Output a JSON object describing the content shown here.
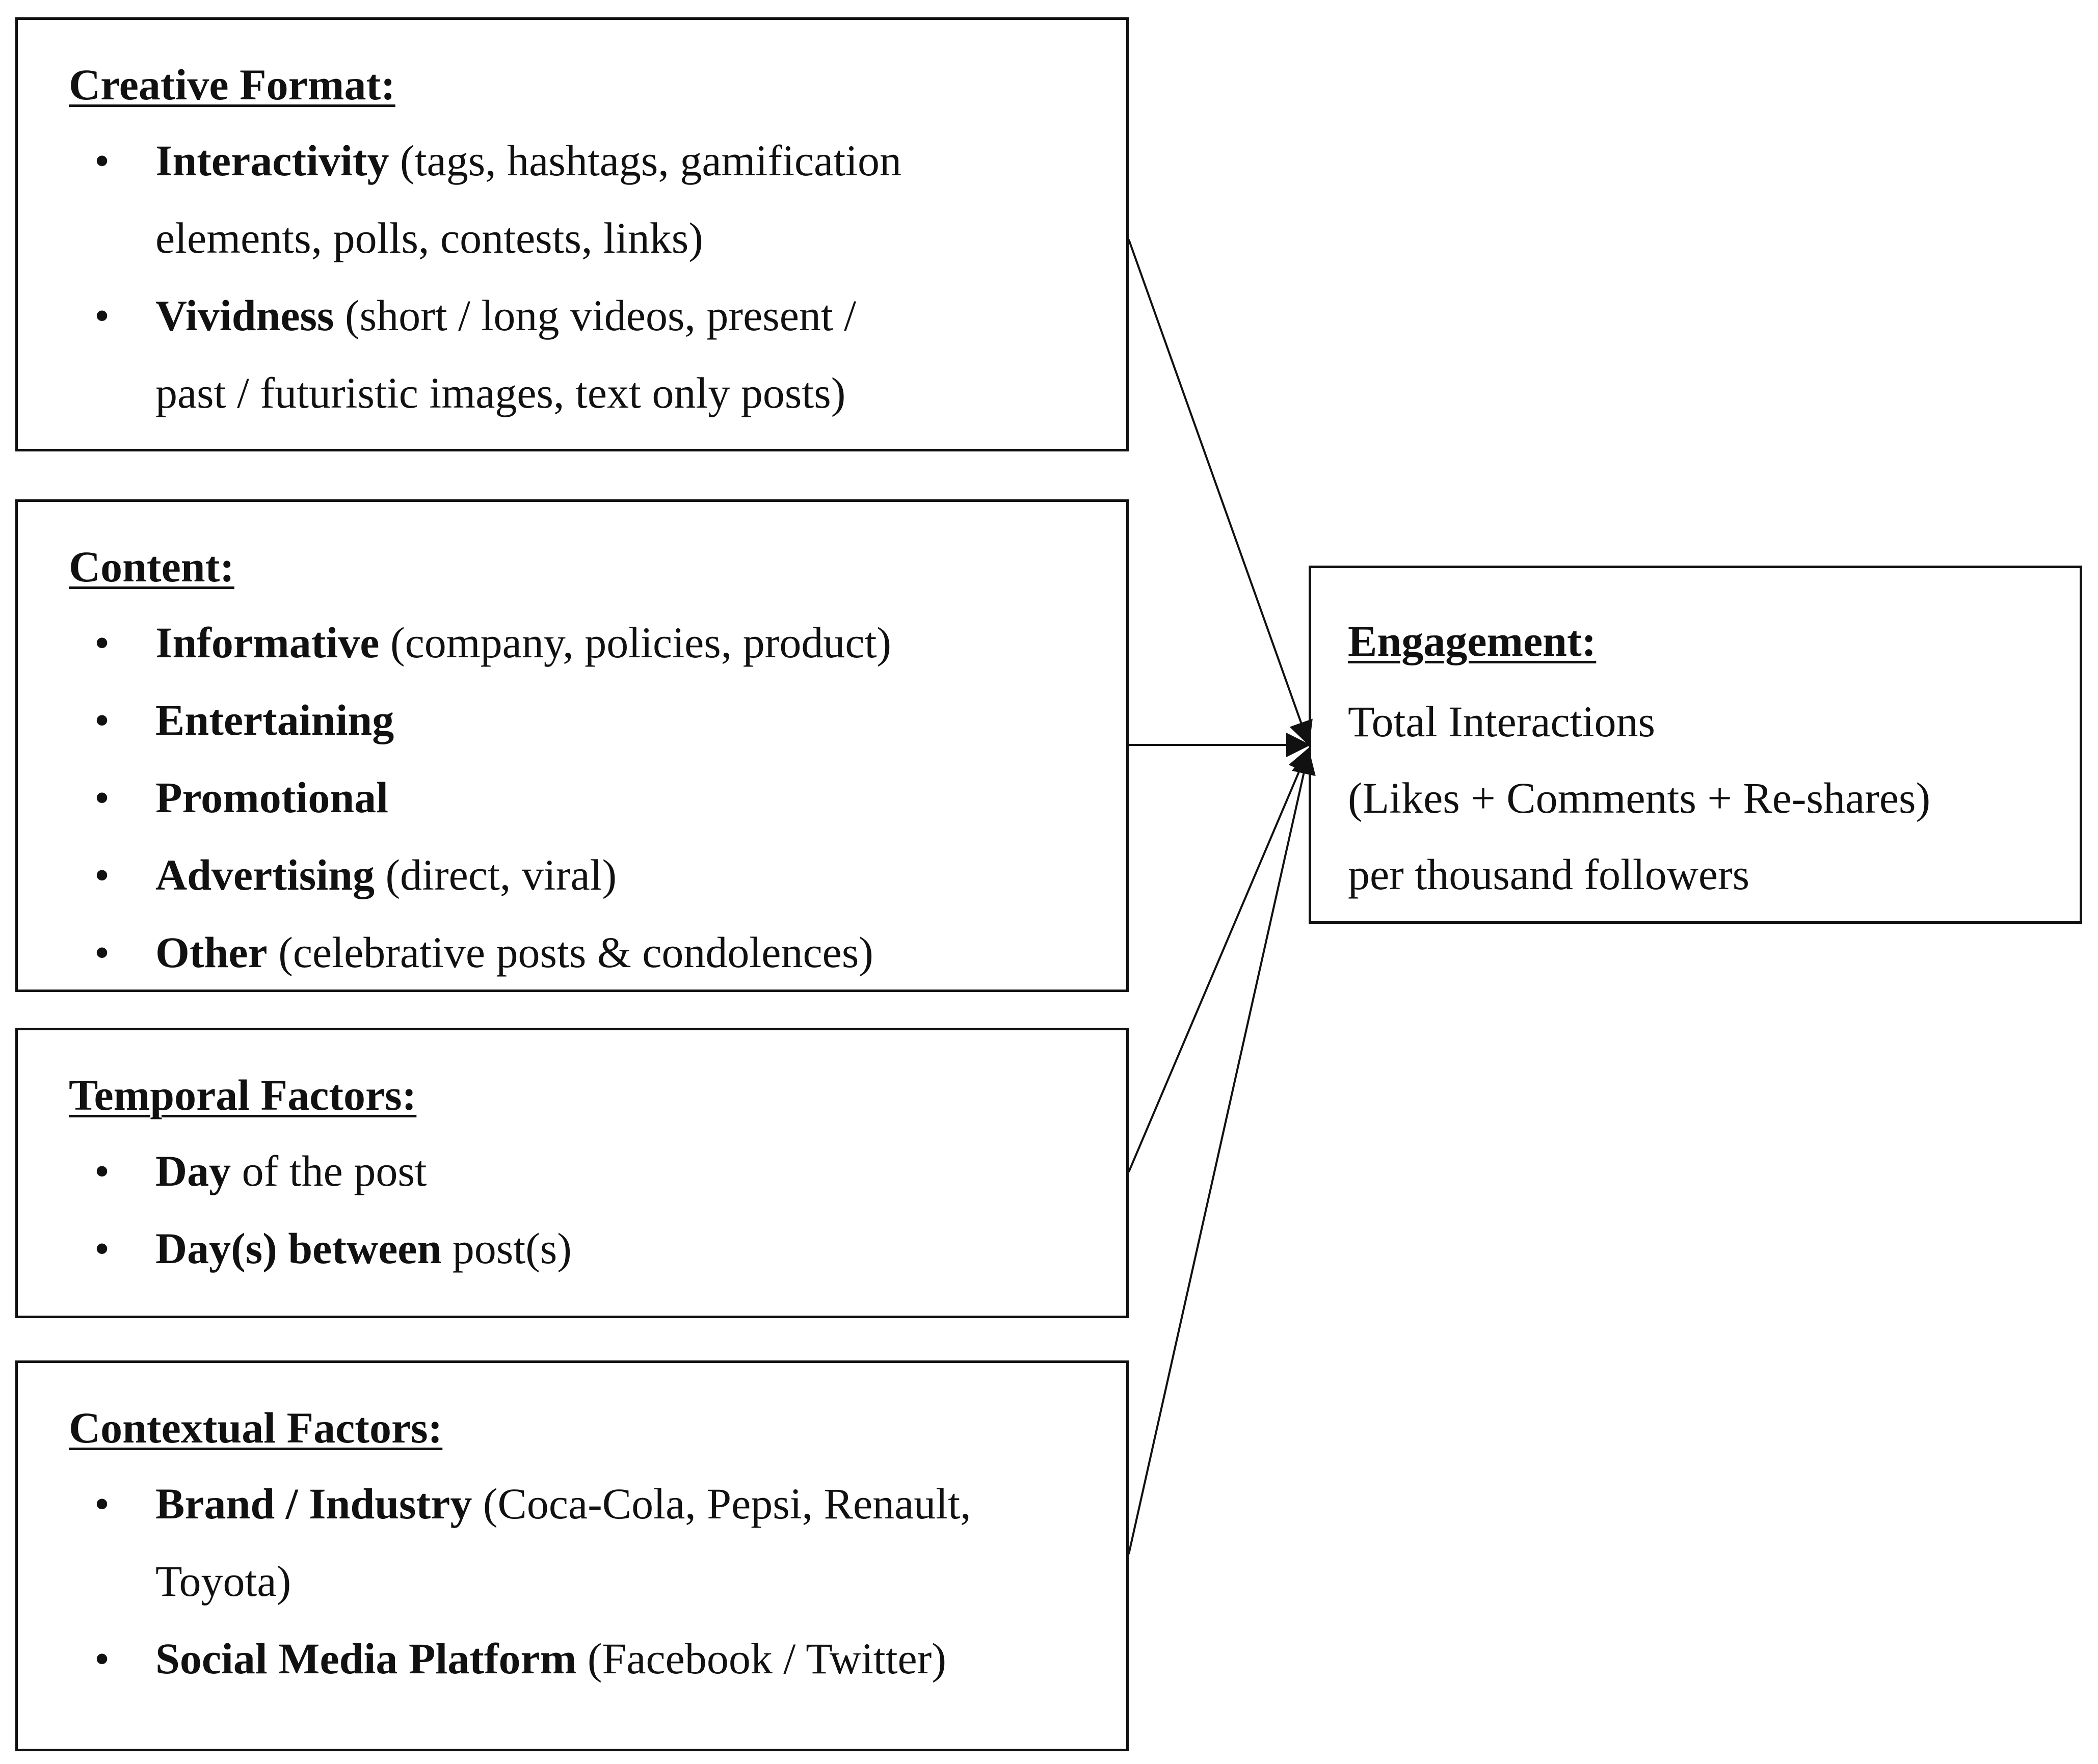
{
  "boxes": {
    "creative": {
      "title": "Creative Format:",
      "items": [
        {
          "bold": "Interactivity",
          "rest": " (tags, hashtags, gamification",
          "cont": "elements, polls, contests, links)"
        },
        {
          "bold": "Vividness",
          "rest": " (short / long videos, present /",
          "cont": "past / futuristic images, text only posts)"
        }
      ]
    },
    "content": {
      "title": "Content:",
      "items": [
        {
          "bold": "Informative",
          "rest": " (company, policies, product)"
        },
        {
          "bold": "Entertaining",
          "rest": ""
        },
        {
          "bold": "Promotional",
          "rest": ""
        },
        {
          "bold": "Advertising",
          "rest": " (direct, viral)"
        },
        {
          "bold": "Other",
          "rest": " (celebrative posts & condolences)"
        }
      ]
    },
    "temporal": {
      "title": "Temporal Factors:",
      "items": [
        {
          "bold": "Day",
          "rest": " of the post"
        },
        {
          "bold": "Day(s) between",
          "rest": " post(s)"
        }
      ]
    },
    "contextual": {
      "title": "Contextual Factors:",
      "items": [
        {
          "bold": "Brand / Industry",
          "rest": " (Coca-Cola, Pepsi, Renault,",
          "cont": "Toyota)"
        },
        {
          "bold": "Social Media Platform",
          "rest": " (Facebook / Twitter)"
        }
      ]
    }
  },
  "engagement": {
    "title": "Engagement:",
    "lines": [
      "Total Interactions",
      "(Likes + Comments + Re-shares)",
      "per thousand followers"
    ]
  },
  "bullet_glyph": "•",
  "colors": {
    "line": "#111111",
    "background": "#ffffff"
  }
}
